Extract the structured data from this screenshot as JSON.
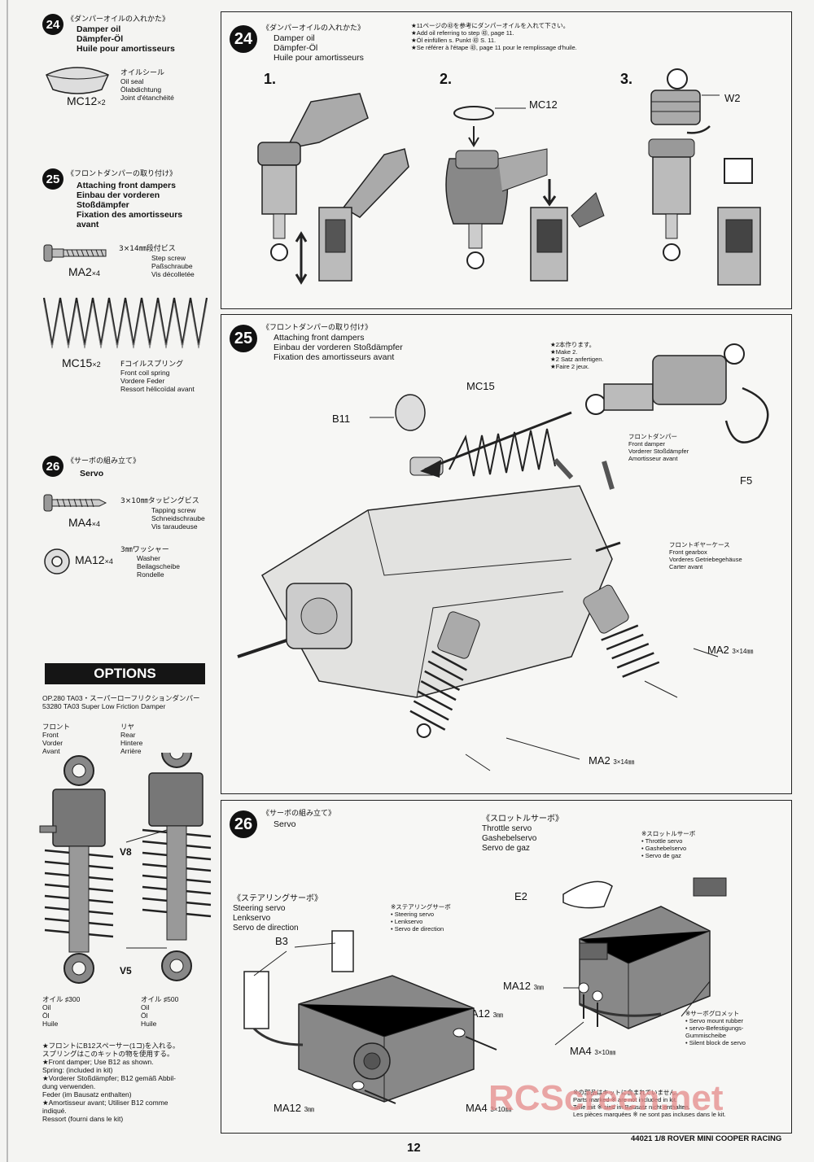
{
  "steps": {
    "s24": {
      "num": "24",
      "jp": "《ダンパーオイルの入れかた》",
      "titles": [
        "Damper oil",
        "Dämpfer-Öl",
        "Huile pour amortisseurs"
      ],
      "part_code": "MC12",
      "part_qty": "×2",
      "part_jp": "オイルシール",
      "part_desc": [
        "Oil seal",
        "Ölabdichtung",
        "Joint d'étanchéité"
      ],
      "note_lines": [
        "★11ページの㊸を参考にダンパーオイルを入れて下さい。",
        "★Add oil referring to step ㊸, page 11.",
        "★Öl einfüllen s. Punkt ㊸ S. 11.",
        "★Se référer à l'étape ㊸, page 11 pour le remplissage d'huile."
      ],
      "sub_labels": [
        "1.",
        "2.",
        "3."
      ],
      "labels": {
        "mc12": "MC12",
        "w2": "W2"
      }
    },
    "s25": {
      "num": "25",
      "jp": "《フロントダンパーの取り付け》",
      "titles": [
        "Attaching front dampers",
        "Einbau der vorderen",
        "Stoßdämpfer",
        "Fixation des amortisseurs",
        "avant"
      ],
      "panel_titles": [
        "Attaching front dampers",
        "Einbau der vorderen Stoßdämpfer",
        "Fixation des amortisseurs avant"
      ],
      "screw_jp": "3×14㎜段付ビス",
      "screw_code": "MA2",
      "screw_qty": "×4",
      "screw_desc": [
        "Step screw",
        "Paßschraube",
        "Vis décolletée"
      ],
      "spring_code": "MC15",
      "spring_qty": "×2",
      "spring_jp": "Fコイルスプリング",
      "spring_desc": [
        "Front coil spring",
        "Vordere Feder",
        "Ressort hélicoïdal avant"
      ],
      "make2": [
        "★2本作ります。",
        "★Make 2.",
        "★2 Satz anfertigen.",
        "★Faire 2 jeux."
      ],
      "front_damper": [
        "フロントダンパー",
        "Front damper",
        "Vorderer Stoßdämpfer",
        "Amortisseur avant"
      ],
      "gearbox": [
        "フロントギヤーケース",
        "Front gearbox",
        "Vorderes Getriebegehäuse",
        "Carter avant"
      ],
      "labels": {
        "b11": "B11",
        "mc15": "MC15",
        "f5": "F5",
        "ma2": "MA2",
        "ma2_size": "3×14㎜"
      }
    },
    "s26": {
      "num": "26",
      "jp": "《サーボの組み立て》",
      "titles": [
        "Servo"
      ],
      "screw_jp": "3×10㎜タッピングビス",
      "screw_code": "MA4",
      "screw_qty": "×4",
      "screw_desc": [
        "Tapping screw",
        "Schneidschraube",
        "Vis taraudeuse"
      ],
      "washer_jp": "3㎜ワッシャー",
      "washer_code": "MA12",
      "washer_qty": "×4",
      "washer_desc": [
        "Washer",
        "Beilagscheibe",
        "Rondelle"
      ],
      "steering": [
        "《ステアリングサーボ》",
        "Steering servo",
        "Lenkservo",
        "Servo de direction"
      ],
      "steering_small": [
        "※ステアリングサーボ",
        "• Steering servo",
        "• Lenkservo",
        "• Servo de direction"
      ],
      "throttle": [
        "《スロットルサーボ》",
        "Throttle servo",
        "Gashebelservo",
        "Servo de gaz"
      ],
      "throttle_small": [
        "※スロットルサーボ",
        "• Throttle servo",
        "• Gashebelservo",
        "• Servo de gaz"
      ],
      "grommet": [
        "※サーボグロメット",
        "• Servo mount rubber",
        "• servo-Befestigungs-",
        "  Gummischeibe",
        "• Silent block de servo"
      ],
      "not_included": [
        "※の部品はキットに含まれていません。",
        "Parts marked ※ are not included in kit.",
        "Teile mit ※ sind im Bausatz nicht enthalten.",
        "Les pièces marquées ※ ne sont pas incluses dans le kit."
      ],
      "labels": {
        "b3": "B3",
        "e2": "E2",
        "ma12": "MA12",
        "ma12_size": "3㎜",
        "ma4": "MA4",
        "ma4_size": "3×10㎜"
      }
    }
  },
  "options": {
    "heading": "OPTIONS",
    "product": [
      "OP.280  TA03・スーパーローフリクションダンパー",
      "53280 TA03 Super Low Friction Damper"
    ],
    "front": [
      "フロント",
      "Front",
      "Vorder",
      "Avant"
    ],
    "rear": [
      "リヤ",
      "Rear",
      "Hintere",
      "Arrière"
    ],
    "v8": "V8",
    "v5": "V5",
    "oil_front": [
      "オイル ♯300",
      "Oil",
      "Öl",
      "Huile"
    ],
    "oil_rear": [
      "オイル ♯500",
      "Oil",
      "Öl",
      "Huile"
    ],
    "notes": [
      "★フロントにB12スペーサー(1コ)を入れる。",
      "スプリングはこのキットの物を使用する。",
      "★Front damper; Use B12 as shown.",
      "Spring: (included in kit)",
      "★Vorderer Stoßdämpfer; B12 gemäß Abbil-",
      "dung verwenden.",
      "Feder (im Bausatz enthalten)",
      "★Amortisseur avant; Utiliser B12 comme",
      "indiqué.",
      "Ressort (fourni dans le kit)"
    ]
  },
  "page_number": "12",
  "footer": "44021 1/8 ROVER MINI COOPER RACING",
  "watermark": "RCScreen.net"
}
